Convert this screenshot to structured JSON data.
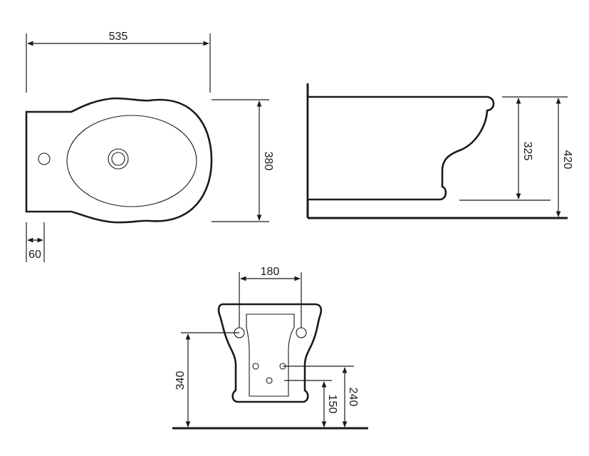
{
  "drawing": {
    "top_view": {
      "overall_length": "535",
      "width": "380",
      "tap_offset": "60"
    },
    "side_view": {
      "rim_height": "325",
      "overall_height": "420"
    },
    "rear_view": {
      "bolt_spacing": "180",
      "bolt_height": "340",
      "waste_height": "150",
      "supply_height": "240"
    }
  }
}
